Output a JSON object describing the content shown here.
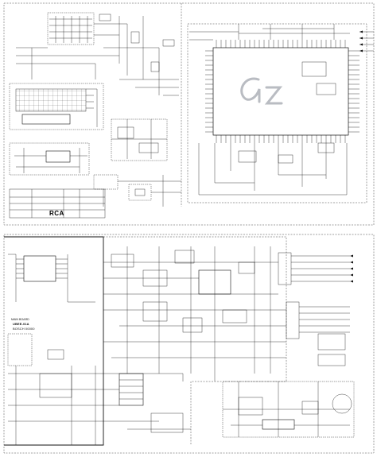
{
  "colors": {
    "ink": "#111111",
    "paper": "#ffffff",
    "watermark": "#b9bcc2"
  },
  "watermark": {
    "text": "az",
    "icon": "watermark-logo"
  },
  "top_sheet": {
    "main_ic_label": "",
    "logo": "RCA"
  },
  "bottom_sheet": {
    "main_board_label": "MAIN BOARD",
    "board_code": "UBEE-01A",
    "board_sub": "BOSCH 00000"
  }
}
